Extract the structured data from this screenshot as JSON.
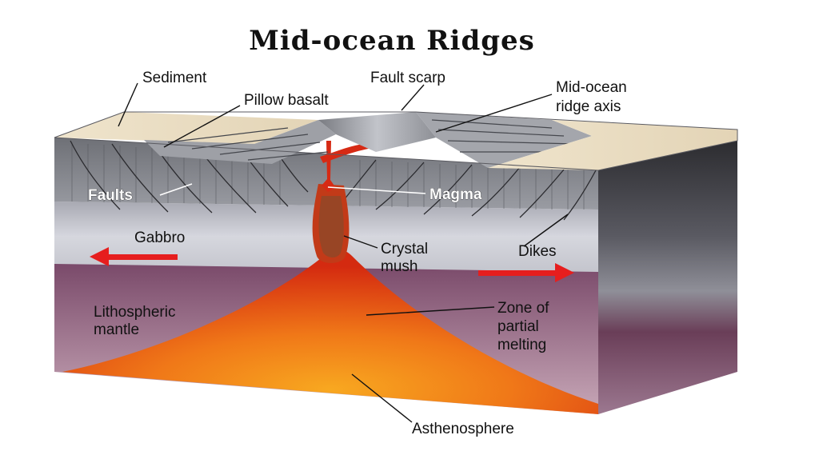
{
  "title": "Mid-ocean Ridges",
  "labels": {
    "sediment": "Sediment",
    "fault_scarp": "Fault scarp",
    "pillow_basalt": "Pillow basalt",
    "mid_ocean_ridge_axis_line1": "Mid-ocean",
    "mid_ocean_ridge_axis_line2": "ridge axis",
    "faults": "Faults",
    "magma": "Magma",
    "gabbro": "Gabbro",
    "crystal_mush_line1": "Crystal",
    "crystal_mush_line2": "mush",
    "dikes": "Dikes",
    "lithospheric_mantle_line1": "Lithospheric",
    "lithospheric_mantle_line2": "mantle",
    "zone_line1": "Zone of",
    "zone_line2": "partial",
    "zone_line3": "melting",
    "asthenosphere": "Asthenosphere"
  },
  "colors": {
    "sediment": "#e8dcc4",
    "basalt": "#8a8c92",
    "gabbro": "#c8c9d0",
    "mantle": "#8c5a78",
    "magma": "#e8401a",
    "plate_arrow": "#e61e1e"
  }
}
